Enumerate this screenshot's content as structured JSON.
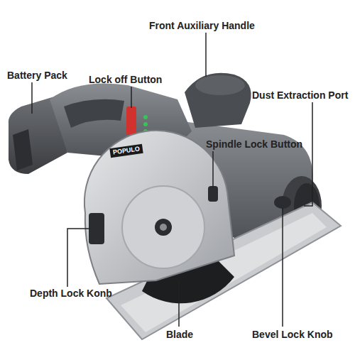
{
  "diagram": {
    "labels": [
      "Front Auxiliary Handle",
      "Lock off Button",
      "Battery Pack",
      "Dust Extraction Port",
      "Spindle Lock Button",
      "Depth Lock Konb",
      "Blade",
      "Bevel Lock Knob",
      "POPULO"
    ]
  }
}
